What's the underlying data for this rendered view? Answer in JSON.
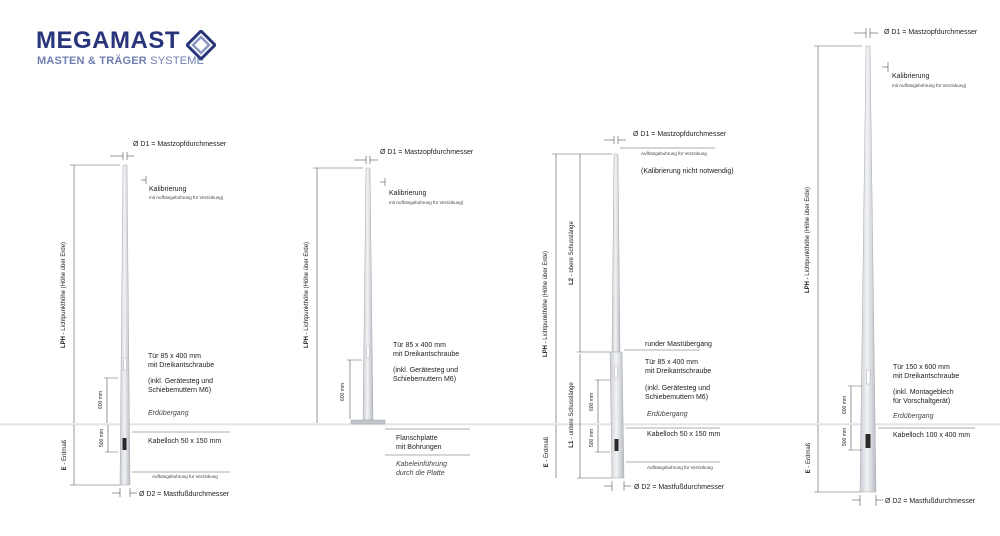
{
  "logo": {
    "name": "MEGAMAST",
    "subtitle_bold": "MASTEN & TRÄGER",
    "subtitle_rest": " SYSTEME",
    "brand_color": "#28357a",
    "accent_color": "#6f7fb0"
  },
  "common": {
    "d1_label": "Ø D1 = Mastzopfdurchmesser",
    "d2_label": "Ø D2 = Mastfußdurchmesser",
    "calibration": "Kalibrierung",
    "calibration_note": "mit Aufhängebohrung für Verzinkung)",
    "galv_hole": "Aufhängebohrung für Verzinkung",
    "ground_transition": "Erdübergang",
    "lph_label_bold": "LPH",
    "lph_label_rest": " - Lichtpunkthöhe (Höhe über Erde)",
    "earth_label_bold": "E",
    "earth_label_rest": " - Erdmaß",
    "dim_600": "600 mm",
    "dim_500": "500 mm"
  },
  "diagram1": {
    "door_line1": "Tür 85 x 400 mm",
    "door_line2": "mit Dreikantschraube",
    "incl_line1": "(inkl. Gerätesteg und",
    "incl_line2": "Schiebemuttern M6)",
    "cable_hole": "Kabelloch 50 x 150 mm"
  },
  "diagram2": {
    "door_line1": "Tür 85 x 400 mm",
    "door_line2": "mit Dreikantschraube",
    "incl_line1": "(inkl. Gerätesteg und",
    "incl_line2": "Schiebemuttern M6)",
    "flange_line1": "Flanschplatte",
    "flange_line2": "mit Bohrungen",
    "cable_entry_line1": "Kabeleinführung",
    "cable_entry_line2": "durch die Platte"
  },
  "diagram3": {
    "no_calibration": "(Kalibrierung nicht notwendig)",
    "upper_section_bold": "L2",
    "upper_section_rest": " - obere Schusslänge",
    "lower_section_bold": "L1",
    "lower_section_rest": " - untere Schusslänge",
    "transition": "runder Mastübergang",
    "door_line1": "Tür 85 x 400 mm",
    "door_line2": "mit Dreikantschraube",
    "incl_line1": "(inkl. Gerätesteg und",
    "incl_line2": "Schiebemuttern M6)",
    "cable_hole": "Kabelloch 50 x 150 mm"
  },
  "diagram4": {
    "door_line1": "Tür 150 x 600 mm",
    "door_line2": "mit Dreikantschraube",
    "incl_line1": "(inkl. Montageblech",
    "incl_line2": "für Vorschaltgerät)",
    "cable_hole": "Kabelloch 100 x 400 mm"
  }
}
